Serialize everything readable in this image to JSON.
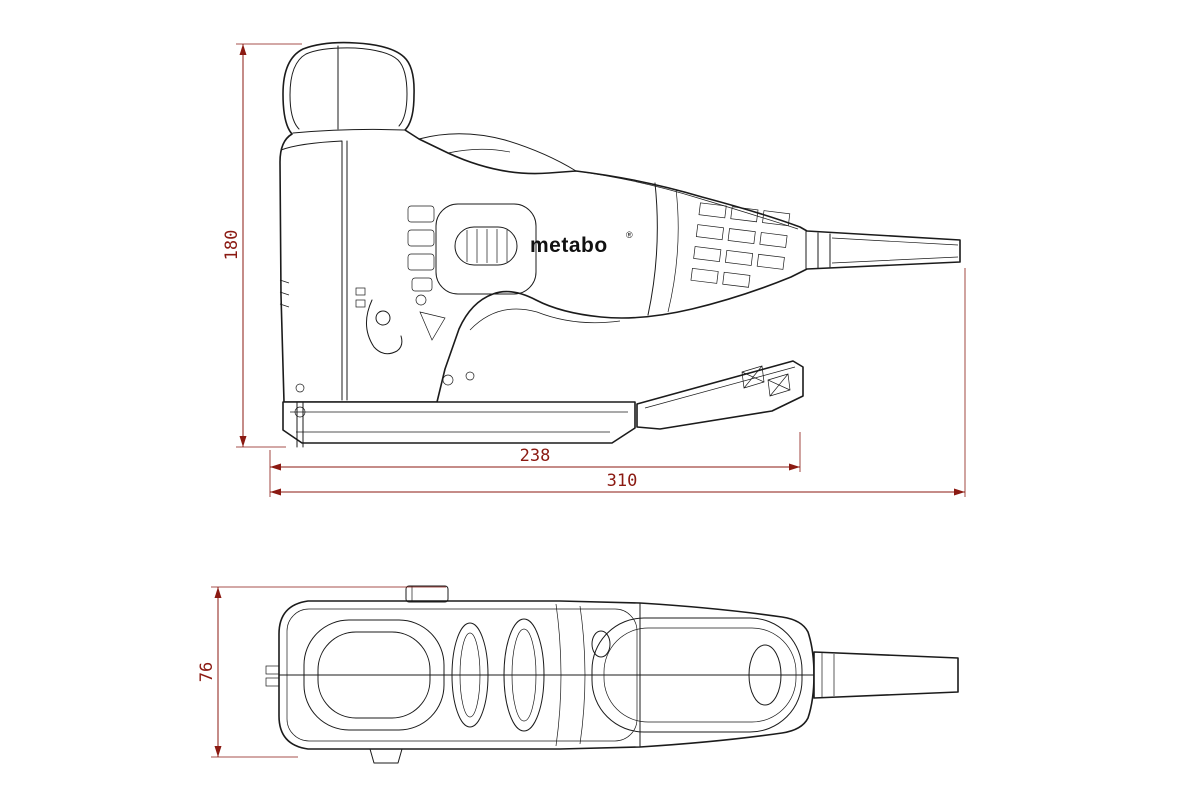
{
  "drawing": {
    "type": "technical-dimension-drawing",
    "subject": "jigsaw power tool, side view and top view",
    "brand_label": "metabo",
    "registered_mark": "®",
    "dimensions": {
      "side_height": "180",
      "base_length": "238",
      "overall_length": "310",
      "top_view_height": "76"
    },
    "colors": {
      "dimension_lines": "#8B1A12",
      "line_art": "#1b1b1b",
      "background": "#ffffff"
    }
  }
}
